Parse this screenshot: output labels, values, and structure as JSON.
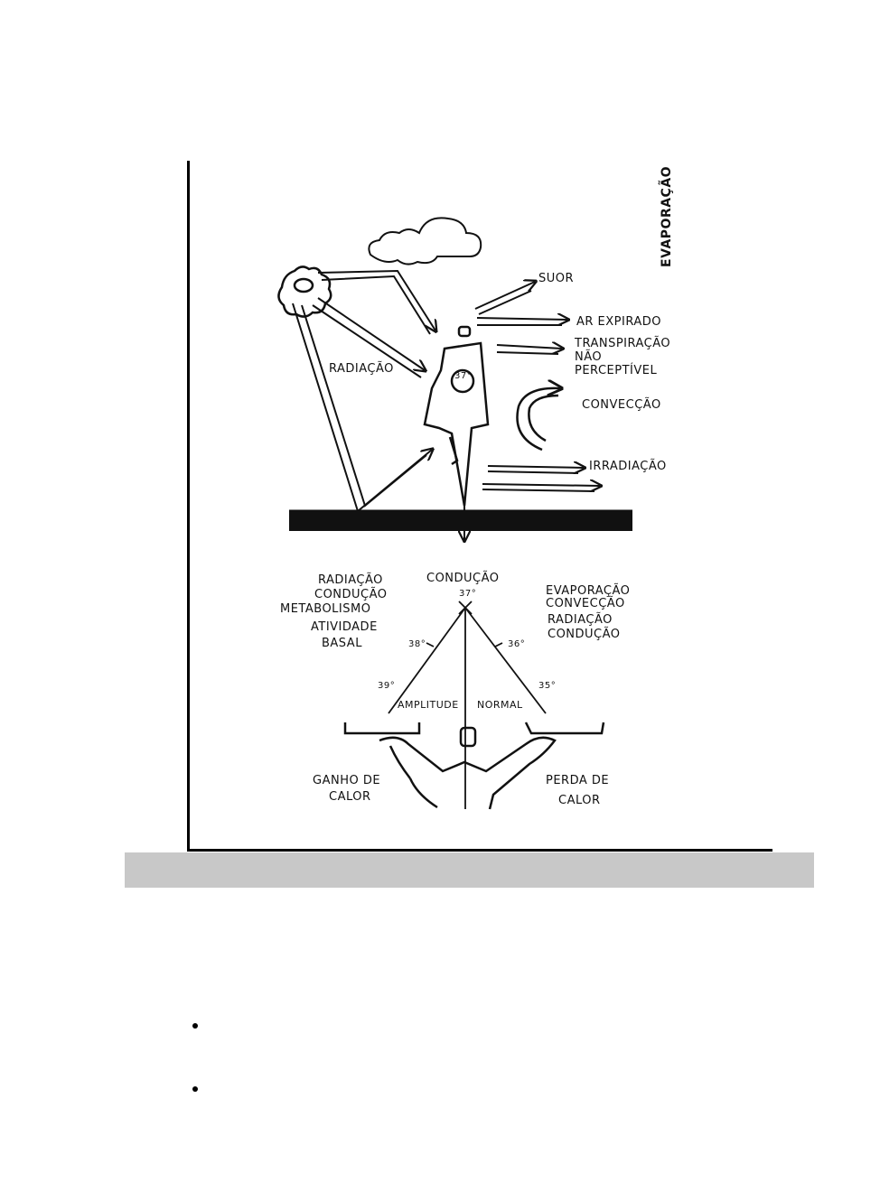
{
  "diagram": {
    "vertical_label": "EVAPORAÇÃO",
    "top_labels": {
      "suor": "SUOR",
      "ar_expirado": "AR EXPIRADO",
      "transpiracao_1": "TRANSPIRAÇÃO",
      "transpiracao_2": "NÃO",
      "transpiracao_3": "PERCEPTÍVEL",
      "conveccao": "CONVECÇÃO",
      "irradiacao": "IRRADIAÇÃO",
      "radiacao": "RADIAÇÃO",
      "body_temp": "37°"
    },
    "balance": {
      "top_label": "CONDUÇÃO",
      "top_degree": "37°",
      "left_list": [
        "RADIAÇÃO",
        "CONDUÇÃO",
        "METABOLISMO",
        "ATIVIDADE",
        "BASAL"
      ],
      "right_list": [
        "EVAPORAÇÃO",
        "CONVECÇÃO",
        "RADIAÇÃO",
        "CONDUÇÃO"
      ],
      "deg_38": "38°",
      "deg_39": "39°",
      "deg_36": "36°",
      "deg_35": "35°",
      "amplitude": "AMPLITUDE",
      "normal": "NORMAL",
      "gain_1": "GANHO DE",
      "gain_2": "CALOR",
      "loss_1": "PERDA DE",
      "loss_2": "CALOR"
    }
  },
  "colors": {
    "ink": "#111111",
    "caption_bar": "#c8c8c8"
  },
  "bullets": 2
}
